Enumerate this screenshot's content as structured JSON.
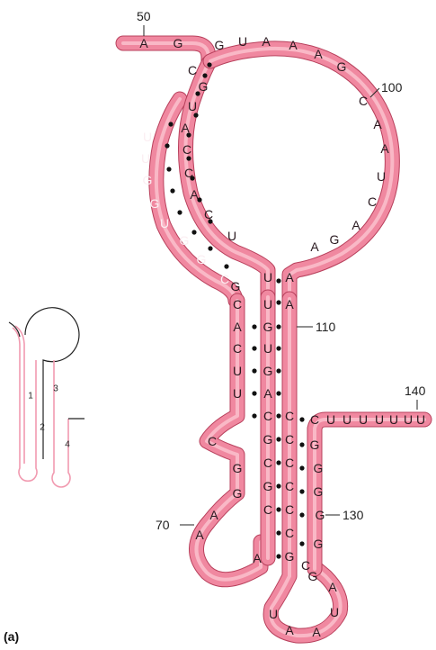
{
  "panel_label": "(a)",
  "colors": {
    "backbone": "#f088a0",
    "backbone_edge": "#b8405c",
    "pair_dot": "#111111"
  },
  "position_labels": [
    "50",
    "100",
    "110",
    "70",
    "130",
    "140"
  ],
  "strands": {
    "top_5p": [
      "A",
      "G"
    ],
    "left_outer": [
      "U",
      "U",
      "G",
      "G",
      "U",
      "G",
      "G",
      "C"
    ],
    "left_inner": [
      "C",
      "G",
      "U",
      "A",
      "C",
      "C",
      "A",
      "C",
      "U"
    ],
    "big_loop": [
      "G",
      "U",
      "A",
      "A",
      "A",
      "G",
      "C",
      "A",
      "A",
      "U",
      "C",
      "A",
      "G",
      "A"
    ],
    "stem_left_outer": [
      "G",
      "C",
      "A",
      "C",
      "U",
      "U",
      "C",
      "G",
      "G",
      "A",
      "A"
    ],
    "stem_left_inner": [
      "U",
      "U",
      "G",
      "U",
      "G",
      "A",
      "C",
      "G",
      "C",
      "G",
      "C",
      "A"
    ],
    "stem_right_inner": [
      "A",
      "A",
      "C",
      "C",
      "C",
      "C",
      "C",
      "C",
      "G",
      "C"
    ],
    "hairpin_loop": [
      "U",
      "A",
      "A",
      "U",
      "A",
      "G"
    ],
    "stem_right_outer": [
      "C",
      "G",
      "G",
      "G",
      "G",
      "G"
    ],
    "tail_3p": [
      "U",
      "U",
      "U",
      "U",
      "U",
      "U",
      "U"
    ]
  },
  "inset": {
    "segment_labels": [
      "1",
      "2",
      "3",
      "4"
    ]
  }
}
